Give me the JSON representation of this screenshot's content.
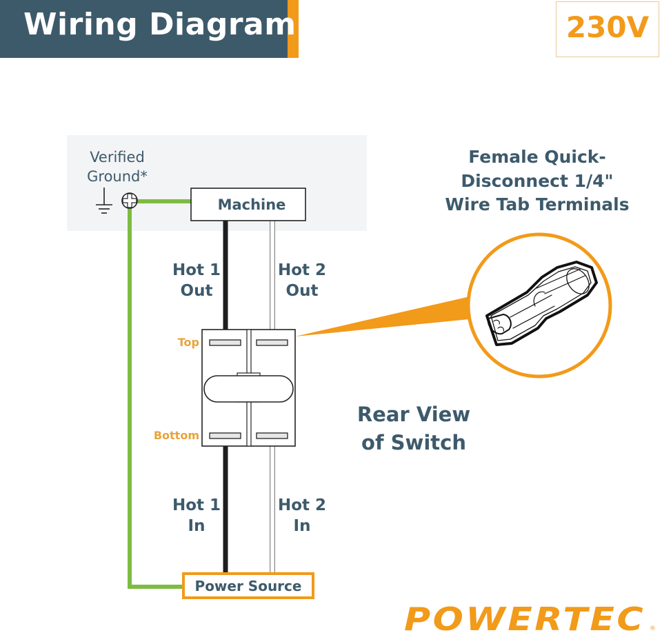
{
  "header": {
    "title": "Wiring Diagram",
    "voltage_badge": "230V"
  },
  "diagram": {
    "ground_label_line1": "Verified",
    "ground_label_line2": "Ground*",
    "machine_label": "Machine",
    "power_source_label": "Power Source",
    "hot1_out_line1": "Hot 1",
    "hot1_out_line2": "Out",
    "hot2_out_line1": "Hot 2",
    "hot2_out_line2": "Out",
    "hot1_in_line1": "Hot 1",
    "hot1_in_line2": "In",
    "hot2_in_line1": "Hot 2",
    "hot2_in_line2": "In",
    "top_label": "Top",
    "bottom_label": "Bottom",
    "rear_view_line1": "Rear View",
    "rear_view_line2": "of Switch",
    "terminal_callout_line1": "Female Quick-",
    "terminal_callout_line2": "Disconnect 1/4\"",
    "terminal_callout_line3": "Wire Tab Terminals"
  },
  "colors": {
    "primary_text": "#3d5a6b",
    "accent_orange": "#f29a1a",
    "ground_wire_green": "#7dbb42",
    "hot1_wire": "#1e1e1e",
    "hot2_wire": "#ffffff"
  },
  "brand": {
    "logo_text": "POWERTEC",
    "registered_mark": "®"
  }
}
